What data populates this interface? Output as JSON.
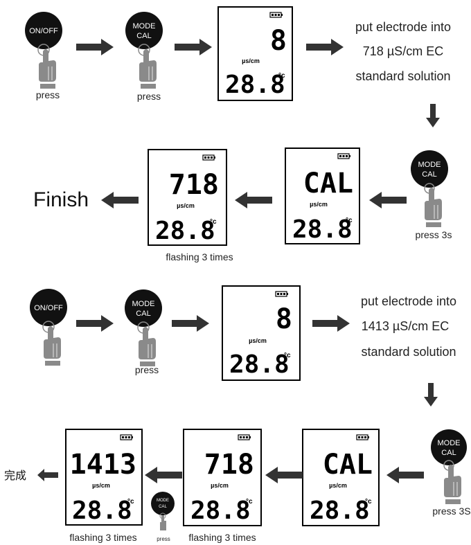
{
  "labels": {
    "on_off": "ON/OFF",
    "mode": "MODE",
    "cal": "CAL",
    "press": "press",
    "press_3s": "press 3s",
    "press_3S": "press 3S",
    "flashing": "flashing 3 times",
    "finish": "Finish",
    "done_zh": "完成"
  },
  "step1": {
    "instruction_line1": "put electrode into",
    "instruction_line2": "718 µS/cm EC",
    "instruction_line3": "standard solution"
  },
  "step2": {
    "instruction_line1": "put electrode into",
    "instruction_line2": "1413 µS/cm EC",
    "instruction_line3": "standard solution"
  },
  "display": {
    "unit": "µs/cm",
    "temperature": "28.8",
    "deg_unit": "°c",
    "ready_value": "8",
    "cal_value": "CAL",
    "value_718": "718",
    "value_1413": "1413"
  },
  "colors": {
    "button": "#111111",
    "arrow": "#333333",
    "hand": "#8a8a8a",
    "battery": "#000000"
  }
}
